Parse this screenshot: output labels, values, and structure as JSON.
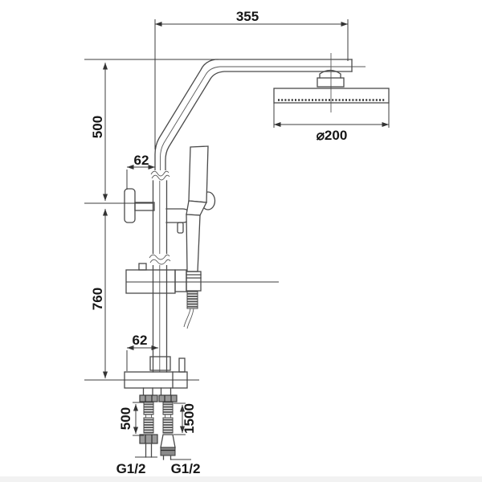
{
  "labels": {
    "dim_arm_reach": "355",
    "dim_height_upper": "500",
    "dim_height_lower": "760",
    "dim_offset_top": "62",
    "dim_offset_bottom": "62",
    "dim_head_diameter": "⌀200",
    "dim_hose_short": "500",
    "dim_hose_long": "1500",
    "label_thread_left": "G1/2",
    "label_thread_right": "G1/2"
  },
  "colors": {
    "line": "#4a4a4a",
    "dimension": "#3c3c3c",
    "text": "#161616",
    "background": "#ffffff"
  }
}
